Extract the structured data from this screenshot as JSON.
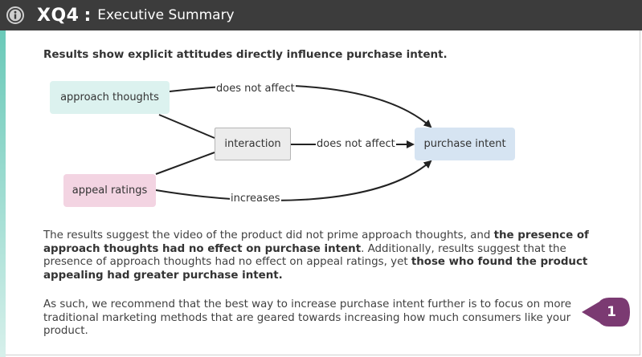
{
  "header": {
    "code": "XQ4",
    "separator": ":",
    "title": "Executive Summary",
    "info_icon": "info-icon",
    "background": "#3c3c3c"
  },
  "headline": "Results show explicit attitudes directly influence purchase intent.",
  "diagram": {
    "nodes": {
      "approach": "approach thoughts",
      "appeal": "appeal ratings",
      "interaction": "interaction",
      "purchase": "purchase intent"
    },
    "edges": {
      "approach_purchase": "does not affect",
      "interaction_purchase": "does not affect",
      "appeal_purchase": "increases"
    },
    "colors": {
      "approach": "#dcf2ef",
      "appeal": "#f3d4e2",
      "interaction": "#ececec",
      "purchase": "#d6e4f2"
    }
  },
  "paragraph1": {
    "t1": "The results suggest the video of the product did not prime approach thoughts, and ",
    "b1": "the presence of approach thoughts had no effect on purchase intent",
    "t2": ". Additionally, results suggest that the presence of approach thoughts had no effect on appeal ratings, yet ",
    "b2": "those who found the product appealing had greater purchase intent."
  },
  "paragraph2": "As such, we recommend that the best way to increase purchase intent further is to focus on more traditional marketing methods that are geared towards increasing how much consumers like your product.",
  "callout": {
    "number": "1",
    "color": "#7b3a72"
  }
}
